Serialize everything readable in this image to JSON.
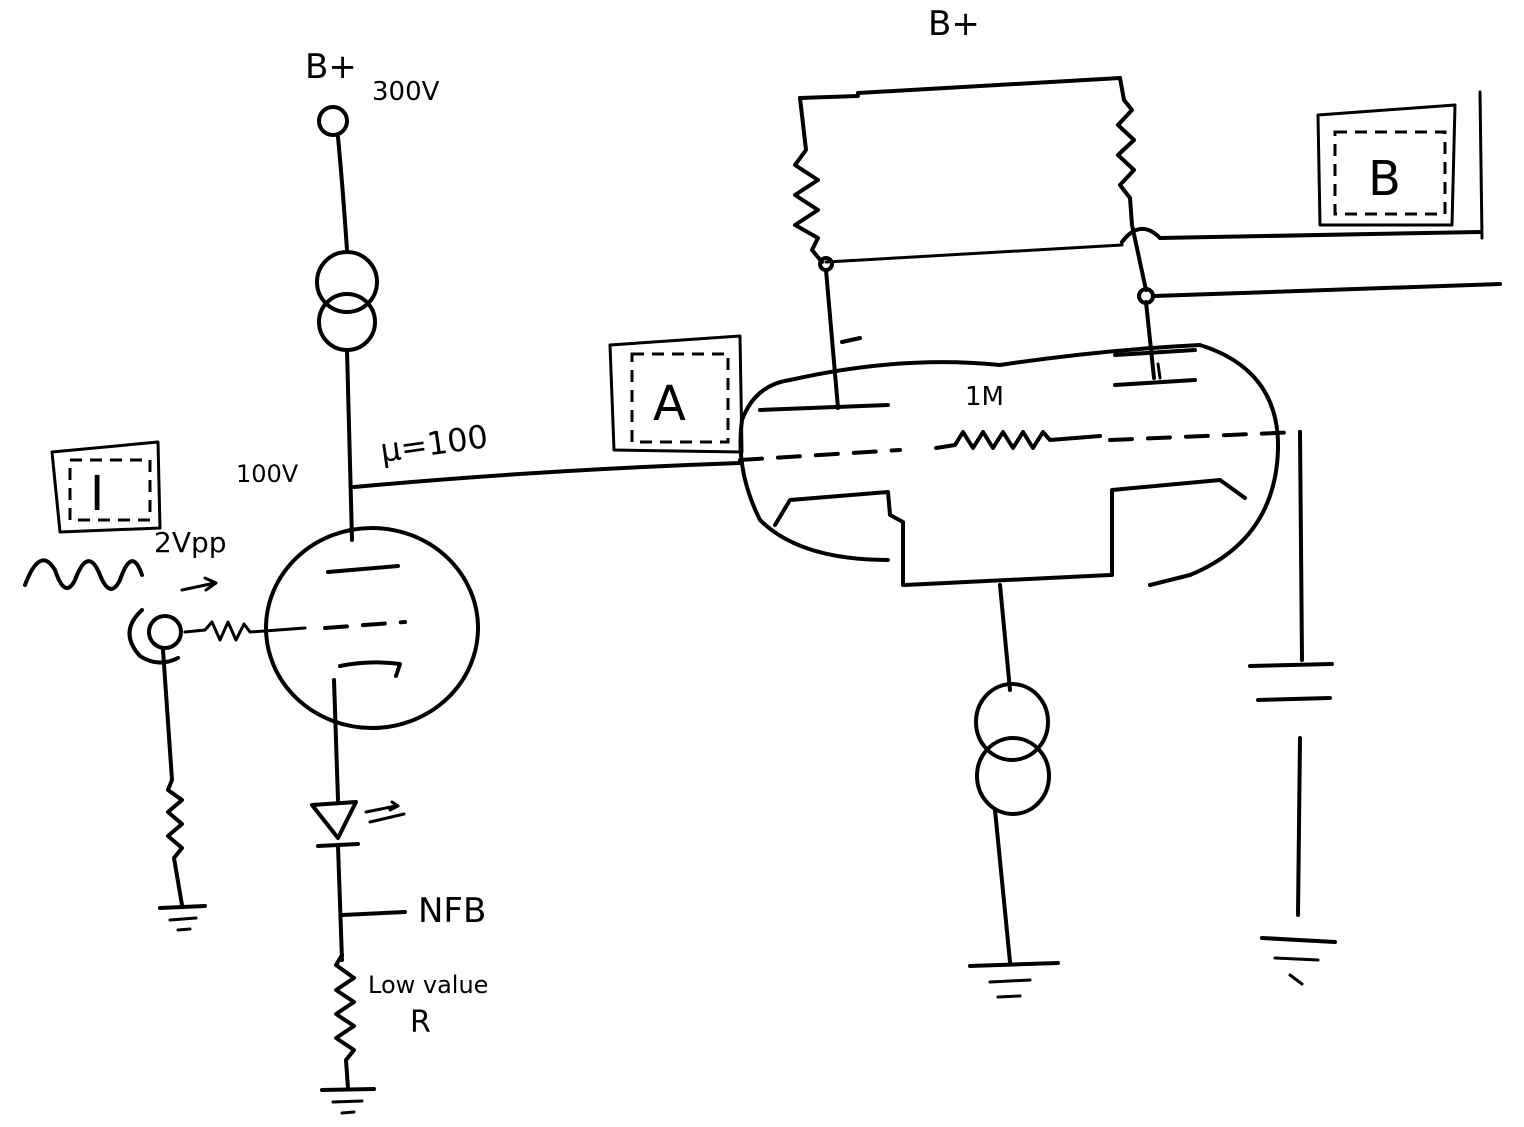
{
  "labels": {
    "supply_left": "B+",
    "supply_left_voltage": "300V",
    "supply_right": "B+",
    "input_signal": "2Vpp",
    "plate_voltage": "100V",
    "mu": "μ=100",
    "grid_resistor": "1M",
    "feedback": "NFB",
    "cathode_resistor_line1": "Low value",
    "cathode_resistor_line2": "R"
  },
  "boxes": {
    "input": "I",
    "node_a": "A",
    "node_b": "B"
  }
}
